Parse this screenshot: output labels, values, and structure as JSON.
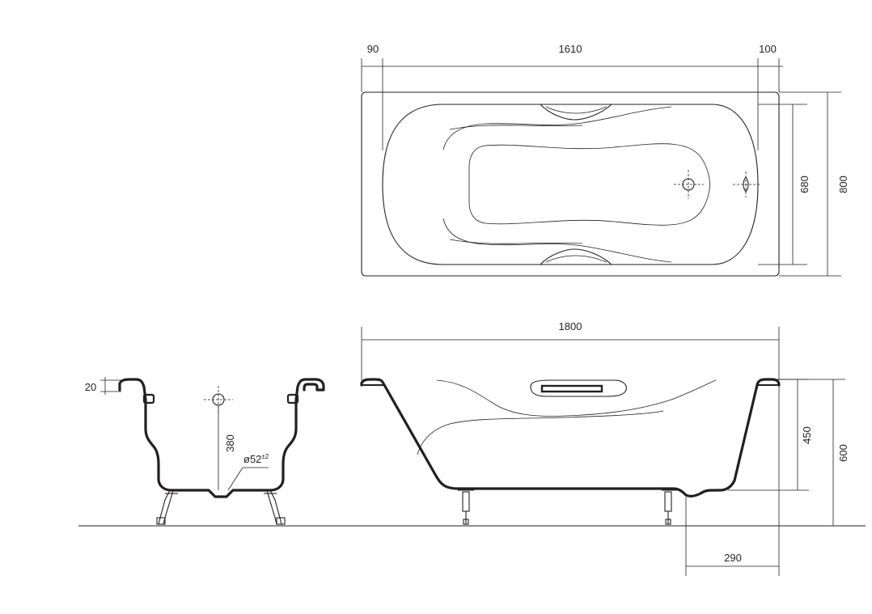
{
  "dimensions": {
    "top_left_margin": "90",
    "top_inner_length": "1610",
    "top_right_margin": "100",
    "inner_width": "680",
    "outer_width": "800",
    "total_length": "1800",
    "rim_height": "20",
    "drain_height": "380",
    "drain_diameter": "ø52",
    "drain_tolerance": "±2",
    "depth": "450",
    "total_height": "600",
    "leg_offset": "290"
  }
}
